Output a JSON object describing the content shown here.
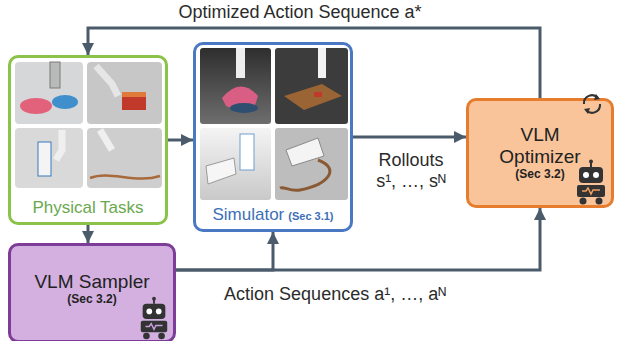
{
  "diagram": {
    "nodes": [
      {
        "text": [
          "Physical Tasks"
        ]
      },
      {
        "text": [
          "Simulator",
          "(Sec 3.1)"
        ]
      },
      {
        "text": [
          "VLM Optimizer",
          "(Sec 3.2)"
        ]
      },
      {
        "text": [
          "VLM Sampler",
          "(Sec 3.2)"
        ]
      }
    ],
    "edges": [
      {
        "from": 0,
        "to": 1,
        "arrow": "to"
      },
      {
        "from": 0,
        "to": 3,
        "arrow": "to"
      },
      {
        "from": 1,
        "to": 2,
        "arrow": "to",
        "label": "Rollouts s¹, …, sᴺ"
      },
      {
        "from": 3,
        "to": 1,
        "arrow": "to"
      },
      {
        "from": 3,
        "to": 2,
        "arrow": "to",
        "label": "Action Sequences a¹, …, aᴺ"
      },
      {
        "from": 2,
        "to": 0,
        "arrow": "to",
        "label": "Optimized Action Sequence a*"
      }
    ]
  }
}
